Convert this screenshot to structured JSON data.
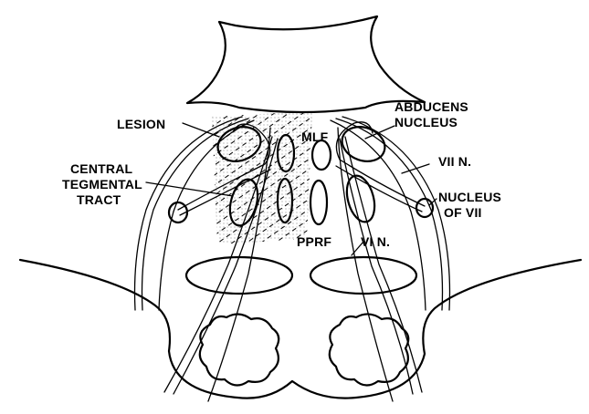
{
  "labels": {
    "lesion": "LESION",
    "mlf": "MLF",
    "abducens_line1": "ABDUCENS",
    "abducens_line2": "NUCLEUS",
    "central_line1": "CENTRAL",
    "central_line2": "TEGMENTAL",
    "central_line3": "TRACT",
    "vii_n": "VII N.",
    "nucleus_vii_line1": "NUCLEUS",
    "nucleus_vii_line2": "OF VII",
    "pprf": "PPRF",
    "vi_n": "VI N."
  },
  "colors": {
    "ink": "#000000",
    "background": "#ffffff",
    "stipple": "#6a6a6a"
  }
}
